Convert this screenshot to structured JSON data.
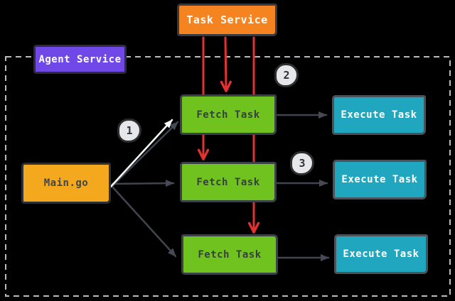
{
  "diagram": {
    "background": "#000000",
    "boundary": {
      "style": "dashed",
      "stroke_color": "#b9bcbe",
      "belongs_to": "Agent Service"
    }
  },
  "nodes": {
    "task_service": {
      "label": "Task Service",
      "fill": "#f5831f",
      "text_color": "#ffffff"
    },
    "agent_service": {
      "label": "Agent Service",
      "fill": "#7048e8",
      "text_color": "#ffffff"
    },
    "main_go": {
      "label": "Main.go",
      "fill": "#f3a81e",
      "text_color": "#41464d"
    },
    "fetch_tasks": [
      {
        "label": "Fetch Task"
      },
      {
        "label": "Fetch Task"
      },
      {
        "label": "Fetch Task"
      }
    ],
    "execute_tasks": [
      {
        "label": "Execute Task"
      },
      {
        "label": "Execute Task"
      },
      {
        "label": "Execute Task"
      }
    ],
    "fetch_fill": "#70c21e",
    "execute_fill": "#21a6bf"
  },
  "badges": [
    {
      "label": "1"
    },
    {
      "label": "2"
    },
    {
      "label": "3"
    }
  ],
  "edges": {
    "red_color": "#e13232",
    "gray_color": "#3f454e",
    "white_color": "#fafafa",
    "red_arrows": "Task Service to each Fetch Task",
    "gray_arrows": "Main.go to each Fetch Task; each Fetch Task to Execute Task",
    "white_arrow": "Main.go to Fetch Task (step 1)"
  }
}
